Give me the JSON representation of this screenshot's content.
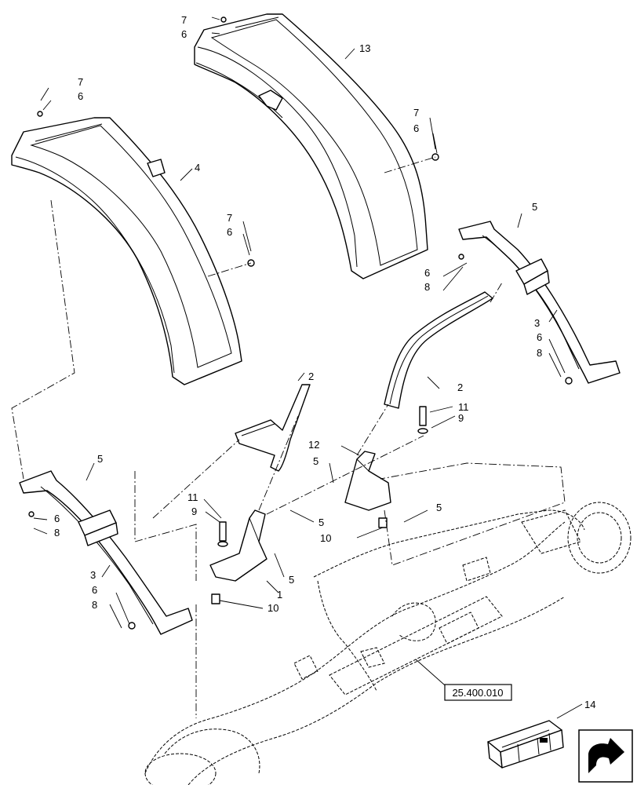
{
  "callouts": {
    "c1": "1",
    "c2a": "2",
    "c2b": "2",
    "c3a": "3",
    "c3b": "3",
    "c4": "4",
    "c5a": "5",
    "c5b": "5",
    "c5c": "5",
    "c5d": "5",
    "c5e": "5",
    "c5f": "5",
    "c6a": "6",
    "c6b": "6",
    "c6c": "6",
    "c6d": "6",
    "c6e": "6",
    "c6f": "6",
    "c6g": "6",
    "c6h": "6",
    "c7a": "7",
    "c7b": "7",
    "c7c": "7",
    "c7d": "7",
    "c8a": "8",
    "c8b": "8",
    "c8c": "8",
    "c8d": "8",
    "c9a": "9",
    "c9b": "9",
    "c10a": "10",
    "c10b": "10",
    "c11a": "11",
    "c11b": "11",
    "c12": "12",
    "c13": "13",
    "c14": "14"
  },
  "reference": "25.400.010",
  "icons": {
    "nav": "arrow-navigation-icon",
    "kit": "parts-kit-crate-icon"
  }
}
